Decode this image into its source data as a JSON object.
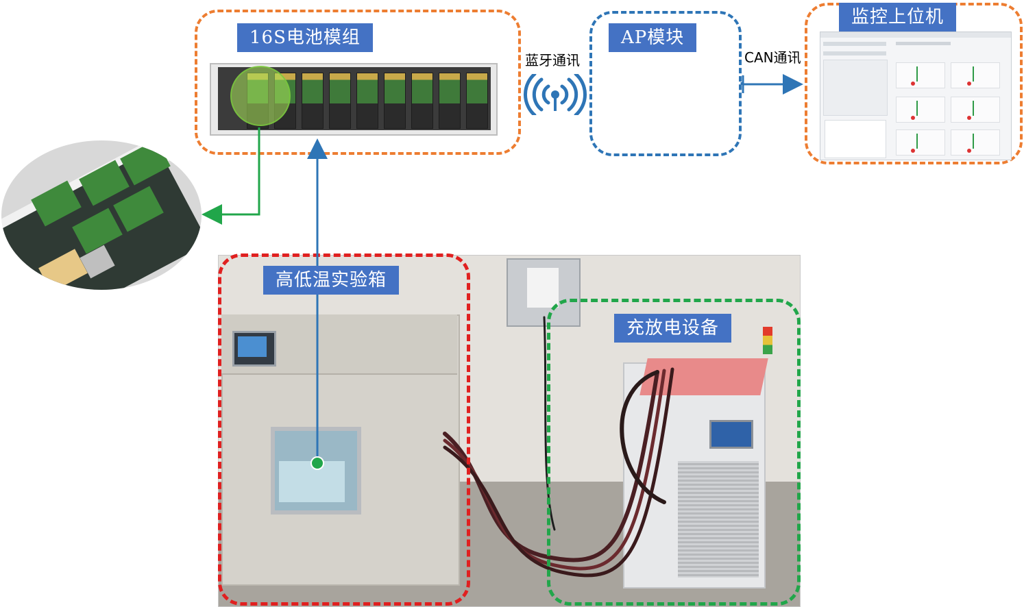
{
  "labels": {
    "battery_module": "16S电池模组",
    "ap_module": "AP模块",
    "monitor_pc": "监控上位机",
    "chamber": "高低温实验箱",
    "charger": "充放电设备"
  },
  "comm": {
    "bluetooth": "蓝牙通讯",
    "can": "CAN通讯"
  },
  "colors": {
    "orange": "#ed7d31",
    "blue": "#2e75b6",
    "red": "#e02020",
    "green": "#21a64a",
    "label_bg": "#4472c4"
  },
  "icons": {
    "wireless": "wireless-signal-icon"
  }
}
